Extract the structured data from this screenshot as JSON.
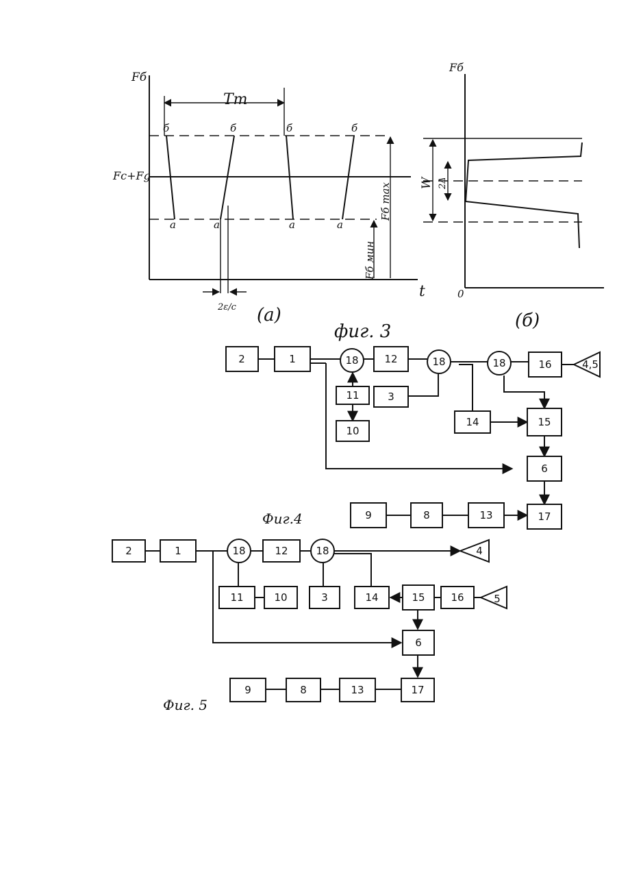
{
  "fig3": {
    "caption": "фиг. 3",
    "panel_a": {
      "sublabel": "(а)",
      "y_label": "Fб",
      "x_label": "t",
      "period_label": "Tm",
      "sum_label": "Fc+Fg",
      "max_label": "Fб max",
      "min_label": "Fб мин",
      "delta_label": "2ε/c",
      "top_point_label": "б",
      "bottom_point_label": "а"
    },
    "panel_b": {
      "sublabel": "(б)",
      "y_label": "Fб",
      "origin_label": "0",
      "w_label": "W",
      "delta_label": "2Δ"
    }
  },
  "fig4": {
    "caption": "Фиг.4",
    "blocks": {
      "b2": "2",
      "b1": "1",
      "c18a": "18",
      "b12": "12",
      "c18b": "18",
      "c18c": "18",
      "b16": "16",
      "ant": "4,5",
      "b11": "11",
      "b10": "10",
      "b3": "3",
      "b14": "14",
      "b15": "15",
      "b6": "6",
      "b9": "9",
      "b8": "8",
      "b13": "13",
      "b17": "17"
    }
  },
  "fig5": {
    "caption": "Фиг. 5",
    "blocks": {
      "b2": "2",
      "b1": "1",
      "c18a": "18",
      "b12": "12",
      "c18b": "18",
      "ant4": "4",
      "b11": "11",
      "b10": "10",
      "b3": "3",
      "b14": "14",
      "b15": "15",
      "b16": "16",
      "ant5": "5",
      "b6": "6",
      "b9": "9",
      "b8": "8",
      "b13": "13",
      "b17": "17"
    }
  }
}
